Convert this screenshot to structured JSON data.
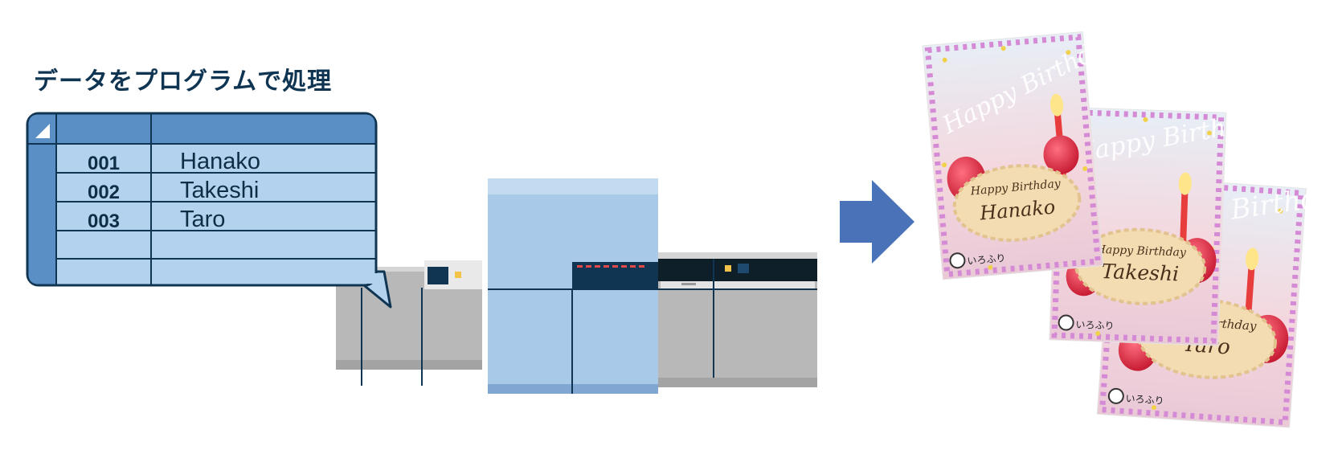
{
  "heading": "データをプログラムで処理",
  "spreadsheet": {
    "rows": [
      {
        "id": "001",
        "name": "Hanako"
      },
      {
        "id": "002",
        "name": "Takeshi"
      },
      {
        "id": "003",
        "name": "Taro"
      },
      {
        "id": "",
        "name": ""
      },
      {
        "id": "",
        "name": ""
      }
    ]
  },
  "cards": [
    {
      "banner": "Happy Birthday!",
      "cookie_title": "Happy Birthday",
      "name": "Taro",
      "brand": "いろふり"
    },
    {
      "banner": "Happy Birthday!",
      "cookie_title": "Happy Birthday",
      "name": "Takeshi",
      "brand": "いろふり"
    },
    {
      "banner": "Happy Birthday!",
      "cookie_title": "Happy Birthday",
      "name": "Hanako",
      "brand": "いろふり"
    }
  ],
  "colors": {
    "sheet_header": "#5a8fc6",
    "sheet_body": "#b3d2ee",
    "sheet_border": "#0f3552",
    "arrow": "#4a72b8",
    "printer_blue": "#a9c9e8",
    "printer_grey": "#b5b5b5",
    "printer_dark": "#0f3552"
  }
}
